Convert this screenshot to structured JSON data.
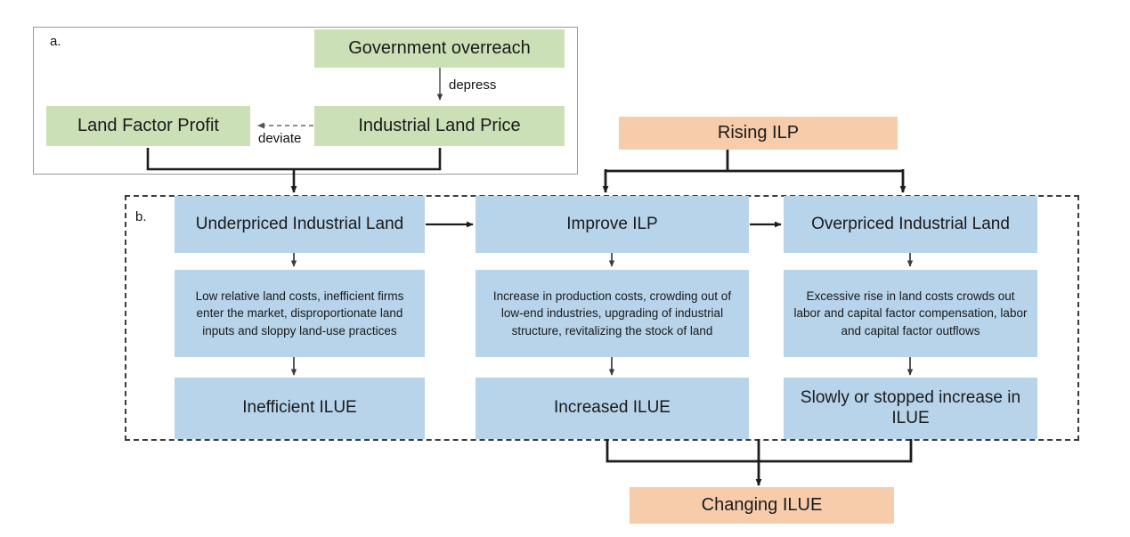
{
  "figure": {
    "panels": [
      {
        "id": "a",
        "label": "a."
      },
      {
        "id": "b",
        "label": "b."
      }
    ],
    "colors": {
      "green": "#cbe0b6",
      "blue": "#b7d4ea",
      "orange": "#f7ccab",
      "stroke_dark": "#222222",
      "stroke_light": "#9a9a9a",
      "panel_b_dash": "#3c3c3c",
      "background": "#ffffff"
    }
  },
  "panel_a": {
    "label": "a.",
    "nodes": {
      "government_overreach": "Government overreach",
      "industrial_land_price": "Industrial Land Price",
      "land_factor_profit": "Land Factor Profit"
    },
    "edge_labels": {
      "depress": "depress",
      "deviate": "deviate"
    }
  },
  "panel_b": {
    "label": "b.",
    "columns": [
      {
        "key": "underpriced",
        "title": "Underpriced Industrial Land",
        "mechanism": "Low relative land costs, inefficient firms enter the market, disproportionate land inputs and sloppy land-use practices",
        "outcome": "Inefficient ILUE"
      },
      {
        "key": "improve",
        "title": "Improve ILP",
        "mechanism": "Increase in production costs, crowding out of low-end industries, upgrading of industrial structure, revitalizing the stock of land",
        "outcome": "Increased ILUE"
      },
      {
        "key": "overpriced",
        "title": "Overpriced Industrial Land",
        "mechanism": "Excessive rise in land costs crowds out labor and capital factor compensation, labor and capital factor outflows",
        "outcome": "Slowly or stopped increase in ILUE"
      }
    ]
  },
  "drivers": {
    "rising_ilp": "Rising ILP",
    "changing_ilue": "Changing ILUE"
  }
}
